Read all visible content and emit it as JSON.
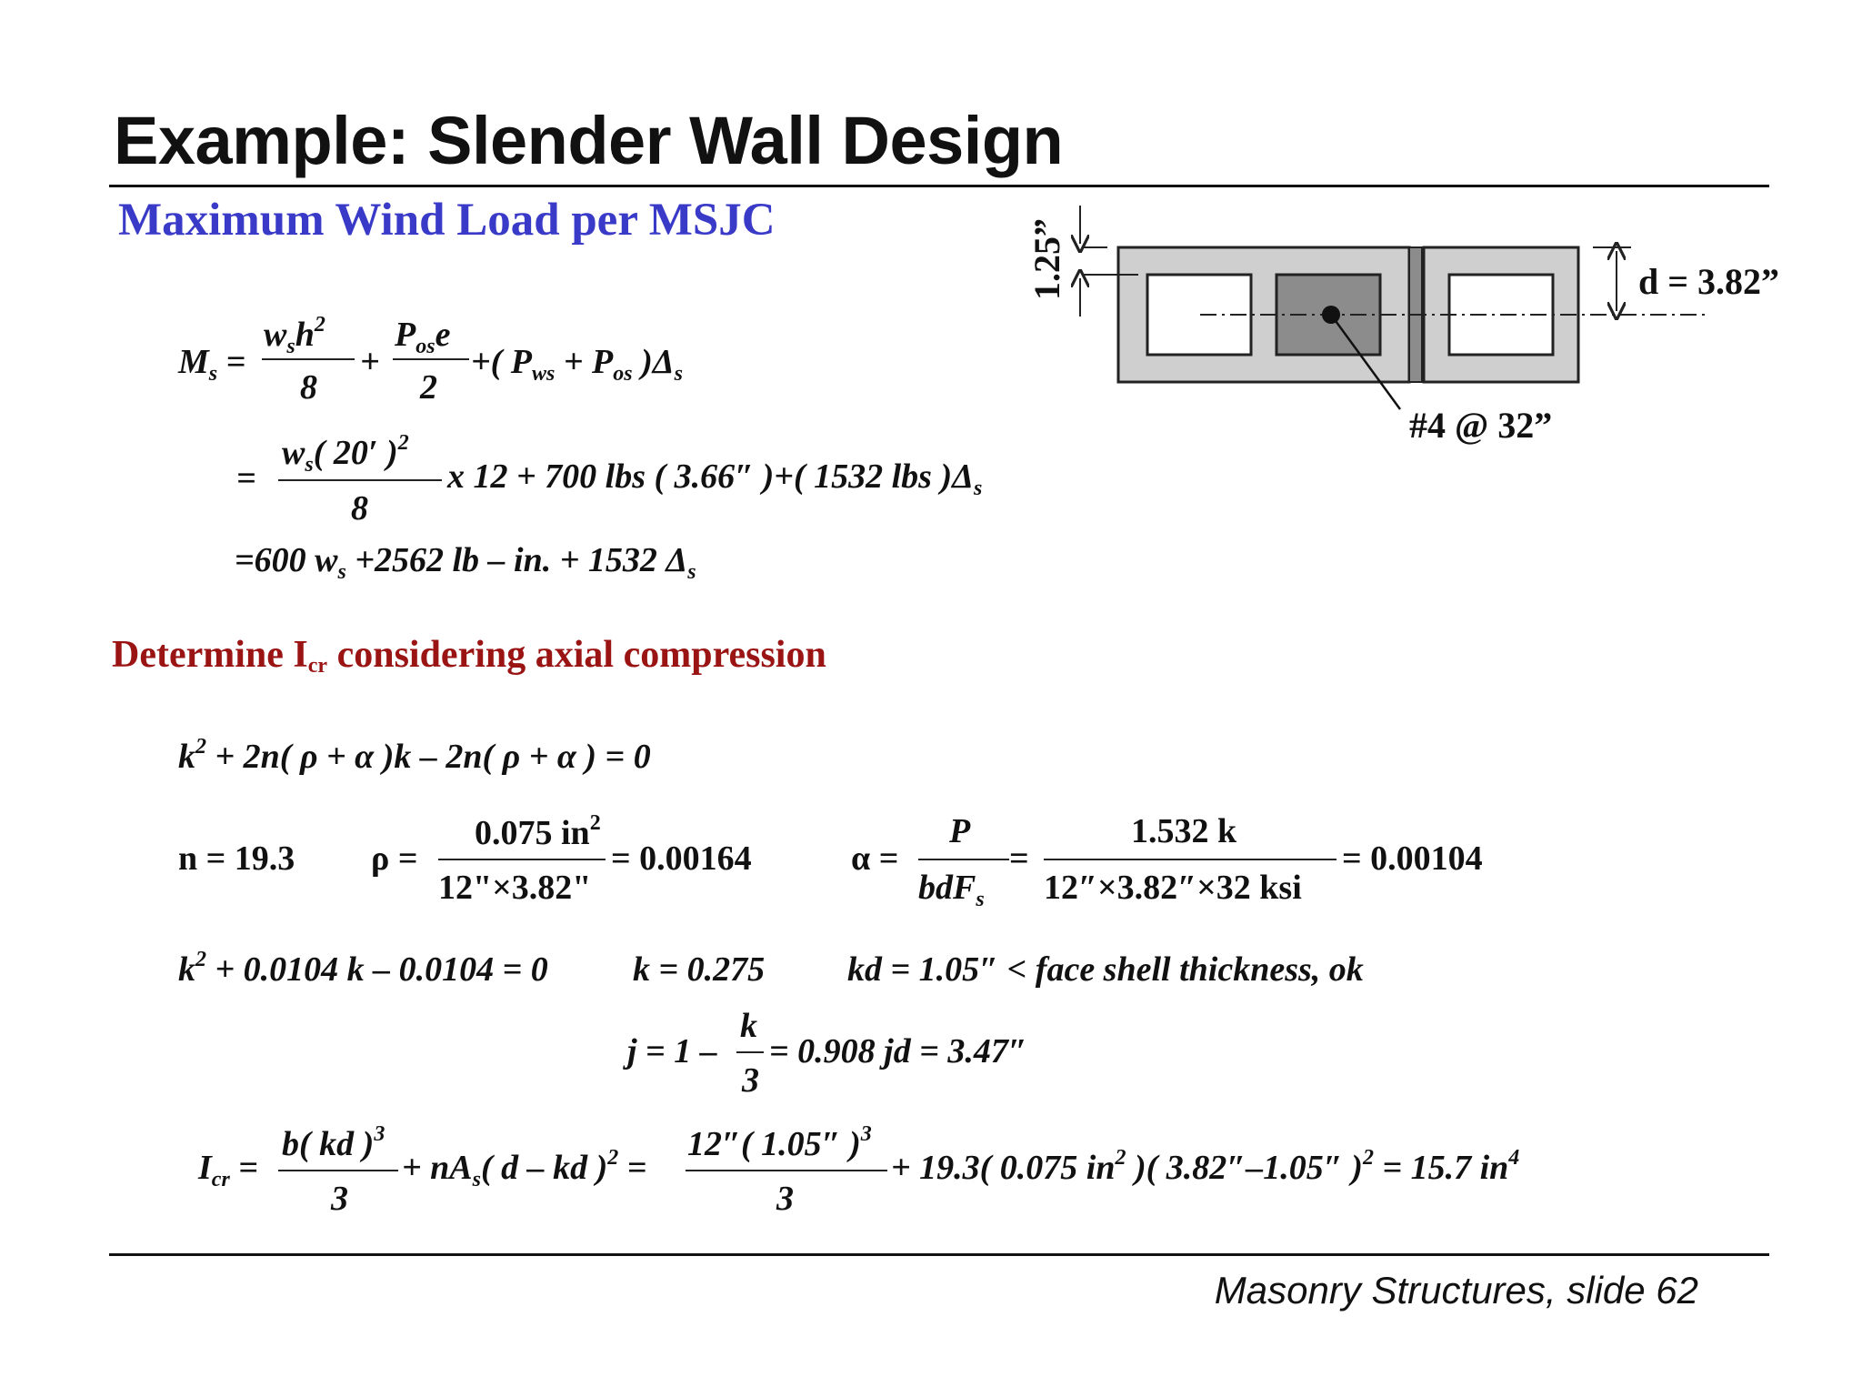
{
  "slide": {
    "title": "Example: Slender Wall Design",
    "subtitle": "Maximum Wind Load per MSJC",
    "footer": "Masonry Structures, slide 62"
  },
  "moment": {
    "lhs": "M",
    "lhs_sub": "s",
    "eq": "=",
    "frac1_num_a": "w",
    "frac1_num_sub": "s",
    "frac1_num_b": "h",
    "frac1_num_sup": "2",
    "frac1_den": "8",
    "plus": "+",
    "frac2_num_a": "P",
    "frac2_num_sub": "os",
    "frac2_num_b": "e",
    "frac2_den": "2",
    "tail_a": "+( P",
    "tail_sub1": "ws",
    "tail_b": "+ P",
    "tail_sub2": "os",
    "tail_c": ")Δ",
    "tail_sub3": "s"
  },
  "line2": {
    "eq": "=",
    "num_a": "w",
    "num_sub": "s",
    "num_b": "( 20′ )",
    "num_sup": "2",
    "den": "8",
    "rest_a": "x 12 + 700 lbs ( 3.66″ )+( 1532 lbs )Δ",
    "rest_sub": "s"
  },
  "line3": {
    "text_a": "=600 w",
    "sub1": "s",
    "text_b": "+2562  lb – in. + 1532 Δ",
    "sub2": "s"
  },
  "section2": {
    "heading_a": "Determine I",
    "heading_sub": "cr",
    "heading_b": " considering axial compression"
  },
  "quad": {
    "a": "k",
    "sup": "2",
    "b": "+ 2n( ρ + α )k – 2n( ρ + α ) = 0"
  },
  "params": {
    "n": "n = 19.3",
    "rho_lhs": "ρ =",
    "rho_num": "0.075 in",
    "rho_num_sup": "2",
    "rho_den": "12\"×3.82\"",
    "rho_rhs": "= 0.00164",
    "alpha_lhs": "α =",
    "alpha_num1": "P",
    "alpha_den1_a": "bdF",
    "alpha_den1_sub": "s",
    "alpha_eq": "=",
    "alpha_num2": "1.532 k",
    "alpha_den2": "12″×3.82″×32 ksi",
    "alpha_rhs": "= 0.00104"
  },
  "solve": {
    "a": "k",
    "sup": "2",
    "b": "+ 0.0104 k – 0.0104 = 0",
    "k": "k = 0.275",
    "kd": "kd = 1.05″ < face shell thickness, ok"
  },
  "jline": {
    "lhs": "j = 1 –",
    "num": "k",
    "den": "3",
    "rhs": "= 0.908    jd = 3.47″"
  },
  "icr": {
    "lhs": "I",
    "lhs_sub": "cr",
    "eq1": "=",
    "f1_num": "b( kd )",
    "f1_num_sup": "3",
    "f1_den": "3",
    "mid_a": "+ nA",
    "mid_sub": "s",
    "mid_b": "( d – kd )",
    "mid_sup": "2",
    "eq2": "=",
    "f2_num": "12″( 1.05″ )",
    "f2_num_sup": "3",
    "f2_den": "3",
    "tail_a": "+ 19.3( 0.075 in",
    "tail_sup1": "2",
    "tail_b": " )( 3.82″–1.05″ )",
    "tail_sup2": "2",
    "tail_c": " = 15.7 in",
    "tail_sup3": "4"
  },
  "diagram": {
    "shell_label": "1.25”",
    "d_label": "d = 3.82”",
    "bar_label": "#4 @ 32”",
    "colors": {
      "block": "#cfcfcf",
      "grout": "#8c8c8c",
      "outline": "#222222"
    }
  }
}
